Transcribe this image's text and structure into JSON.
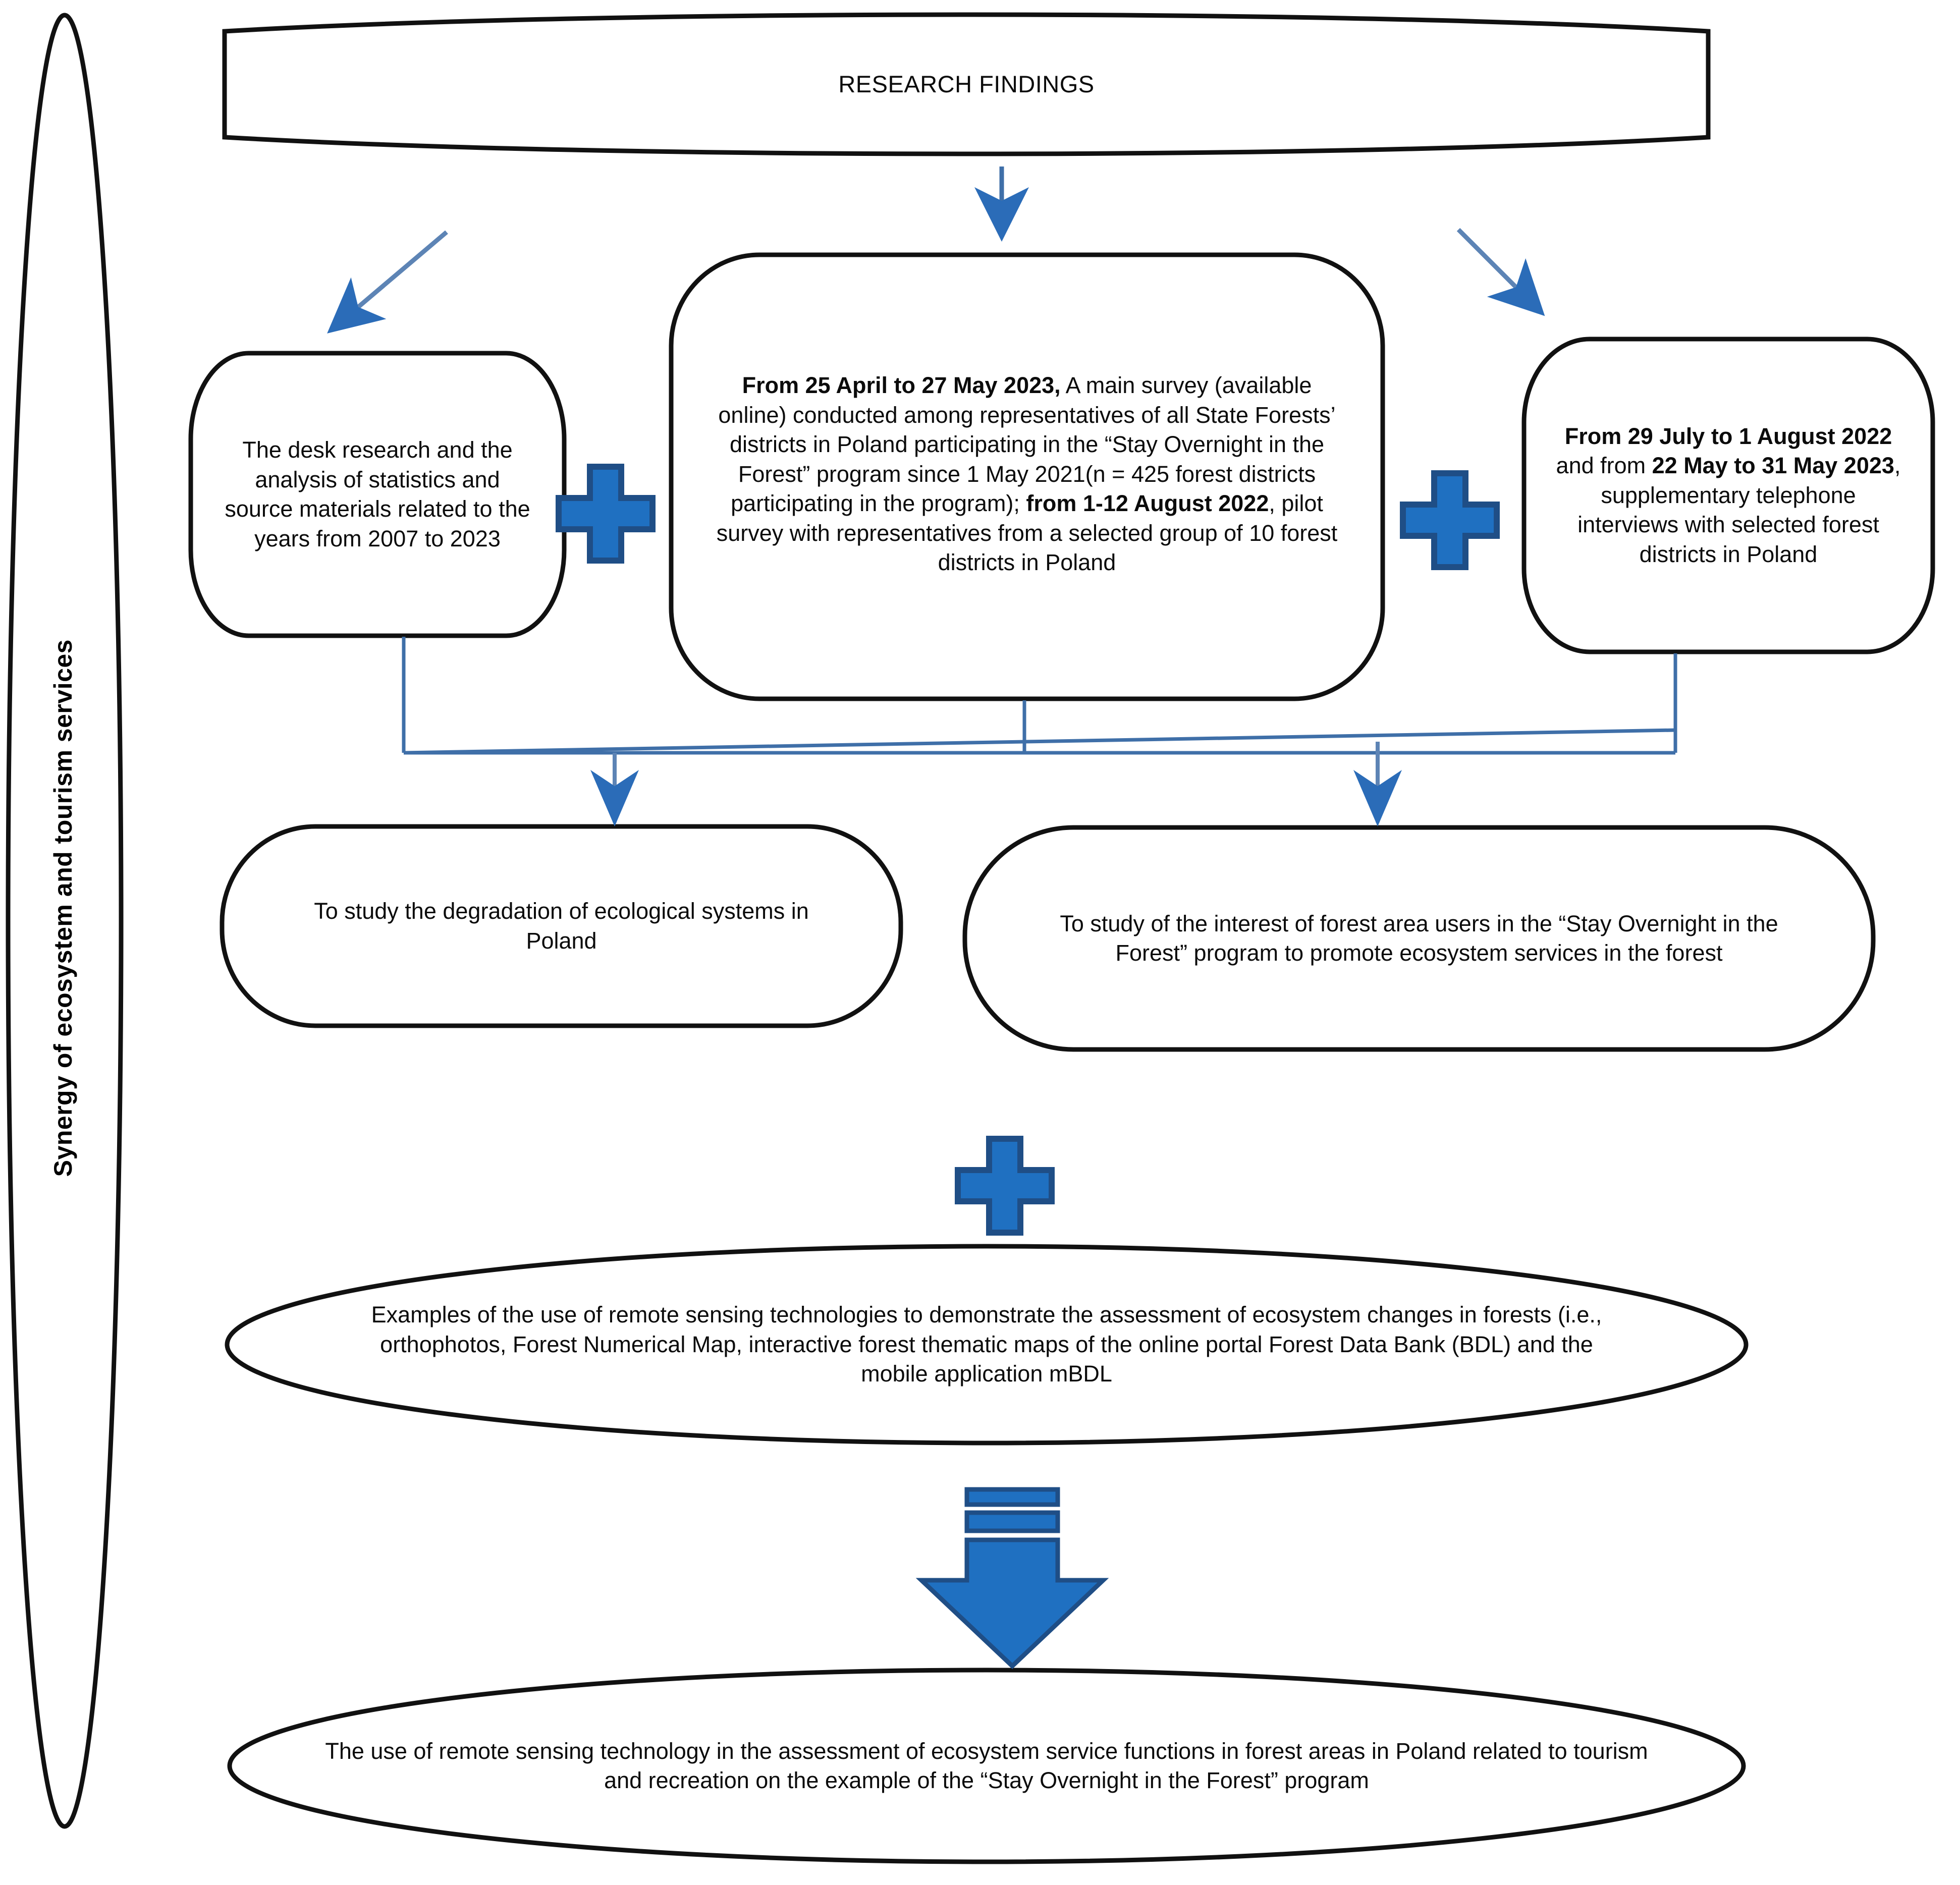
{
  "figure": {
    "side_label": "Synergy of ecosystem and tourism services",
    "accent_blue": "#1f70c1",
    "accent_blue_dark": "#1f4e86",
    "connector_blue": "#3f6fa8",
    "outline_black": "#111111"
  },
  "nodes": {
    "research_findings": {
      "label": "RESEARCH FINDINGS"
    },
    "desk_research": {
      "label": "The desk research and the analysis of statistics and source materials related to the years from 2007 to 2023"
    },
    "main_survey": {
      "seg1_bold": "From 25 April to 27 May 2023,",
      "seg2": " A main survey (available online) conducted among representatives of all State Forests’ districts in Poland participating in  the “Stay Overnight in the Forest” program since 1 May 2021(n = 425 forest districts participating in the program); ",
      "seg3_bold": "from 1-12 August 2022",
      "seg4": ", pilot survey with representatives from a selected group of 10 forest districts in Poland"
    },
    "telephone_interviews": {
      "seg1_bold": "From 29 July to 1 August 2022",
      "seg2": " and  from ",
      "seg3_bold": "22 May to 31 May 2023",
      "seg4": ", supplementary telephone interviews with selected forest districts in Poland"
    },
    "goal_degradation": {
      "label": "To study the degradation of ecological systems in Poland"
    },
    "goal_interest": {
      "label": "To study of the interest of forest area users in the “Stay Overnight in the Forest” program to promote ecosystem services in the forest"
    },
    "remote_sensing": {
      "label": "Examples of the use of remote sensing technologies to demonstrate the assessment of ecosystem changes in forests (i.e., orthophotos, Forest Numerical Map, interactive forest thematic maps of the online portal Forest Data Bank (BDL) and the mobile application mBDL"
    },
    "conclusion": {
      "label": "The use of remote sensing technology in the assessment of ecosystem service functions in forest areas in Poland related to tourism and recreation on the example of the “Stay Overnight in the Forest” program"
    }
  },
  "connectors": {
    "plus_left": "+",
    "plus_right": "+",
    "plus_middle": "+",
    "arrow_down_center": "down-arrow",
    "arrow_diag_left": "diagonal-arrow-left",
    "arrow_diag_right": "diagonal-arrow-right",
    "arrow_to_goal1": "down-arrow",
    "arrow_to_goal2": "down-arrow",
    "big_block_arrow": "block-down-arrow"
  }
}
